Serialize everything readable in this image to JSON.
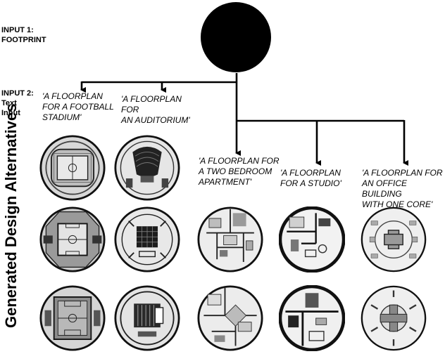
{
  "inputs": {
    "input1": "INPUT 1:\nFOOTPRINT",
    "input2": "INPUT 2:\nText\nInput"
  },
  "prompts": [
    "'A FLOORPLAN\nFOR A FOOTBALL\nSTADIUM'",
    "'A FLOORPLAN FOR\nAN AUDITORIUM'",
    "'A FLOORPLAN FOR\nA TWO BEDROOM\nAPARTMENT'",
    "'A FLOORPLAN\nFOR A STUDIO'",
    "'A FLOORPLAN FOR\nAN OFFICE BUILDING\nWITH ONE CORE'"
  ],
  "side_title": "Generated Design Alternatives",
  "footprint_shape": "black-circle",
  "plans": [
    {
      "column": "stadium",
      "rows": 3
    },
    {
      "column": "auditorium",
      "rows": 3
    },
    {
      "column": "apartment",
      "rows": 2
    },
    {
      "column": "studio",
      "rows": 2
    },
    {
      "column": "office",
      "rows": 2
    }
  ]
}
